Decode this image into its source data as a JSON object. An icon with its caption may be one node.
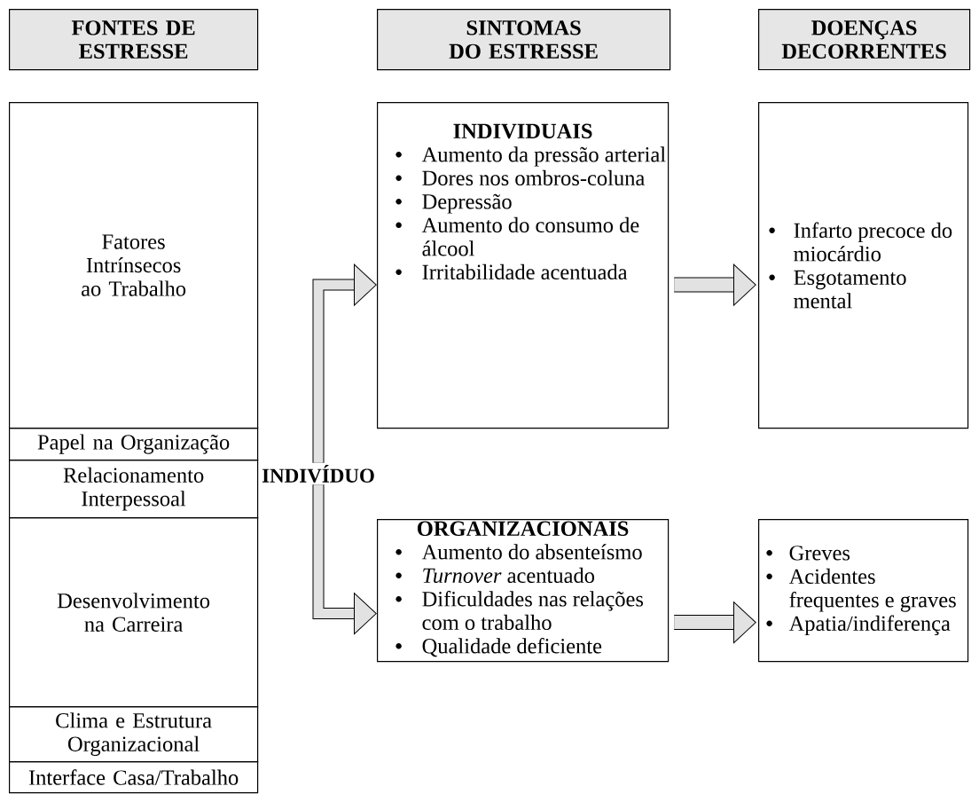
{
  "diagram": {
    "nodes": [
      {
        "text": [
          "FONTES DE ESTRESSE"
        ]
      },
      {
        "text": [
          "SINTOMAS DO ESTRESSE"
        ]
      },
      {
        "text": [
          "DOENÇAS DECORRENTES"
        ]
      },
      {
        "text": [
          "Fatores Intrínsecos ao Trabalho"
        ]
      },
      {
        "text": [
          "Papel na Organização"
        ]
      },
      {
        "text": [
          "Relacionamento Interpessoal"
        ]
      },
      {
        "text": [
          "Desenvolvimento na Carreira"
        ]
      },
      {
        "text": [
          "Clima e Estrutura Organizacional"
        ]
      },
      {
        "text": [
          "Interface Casa/Trabalho"
        ]
      },
      {
        "text": [
          "INDIVIDUAIS",
          "Aumento da pressão arterial",
          "Dores nos ombros-coluna",
          "Depressão",
          "Aumento do consumo de álcool",
          "Irritabilidade acentuada"
        ]
      },
      {
        "text": [
          "Infarto precoce do miocárdio",
          "Esgotamento mental"
        ]
      },
      {
        "text": [
          "INDIVÍDUO"
        ]
      },
      {
        "text": [
          "ORGANIZACIONAIS",
          "Aumento do absenteísmo",
          "*Turnover* acentuado",
          "Dificuldades nas relações com o trabalho",
          "Qualidade deficiente"
        ]
      },
      {
        "text": [
          "Greves",
          "Acidentes frequentes e graves",
          "Apatia/indiferença"
        ]
      }
    ],
    "edges": [
      {
        "from": 11,
        "to": 9,
        "arrow": "to"
      },
      {
        "from": 9,
        "to": 10,
        "arrow": "to"
      },
      {
        "from": 11,
        "to": 12,
        "arrow": "to"
      },
      {
        "from": 12,
        "to": 13,
        "arrow": "to"
      }
    ]
  }
}
